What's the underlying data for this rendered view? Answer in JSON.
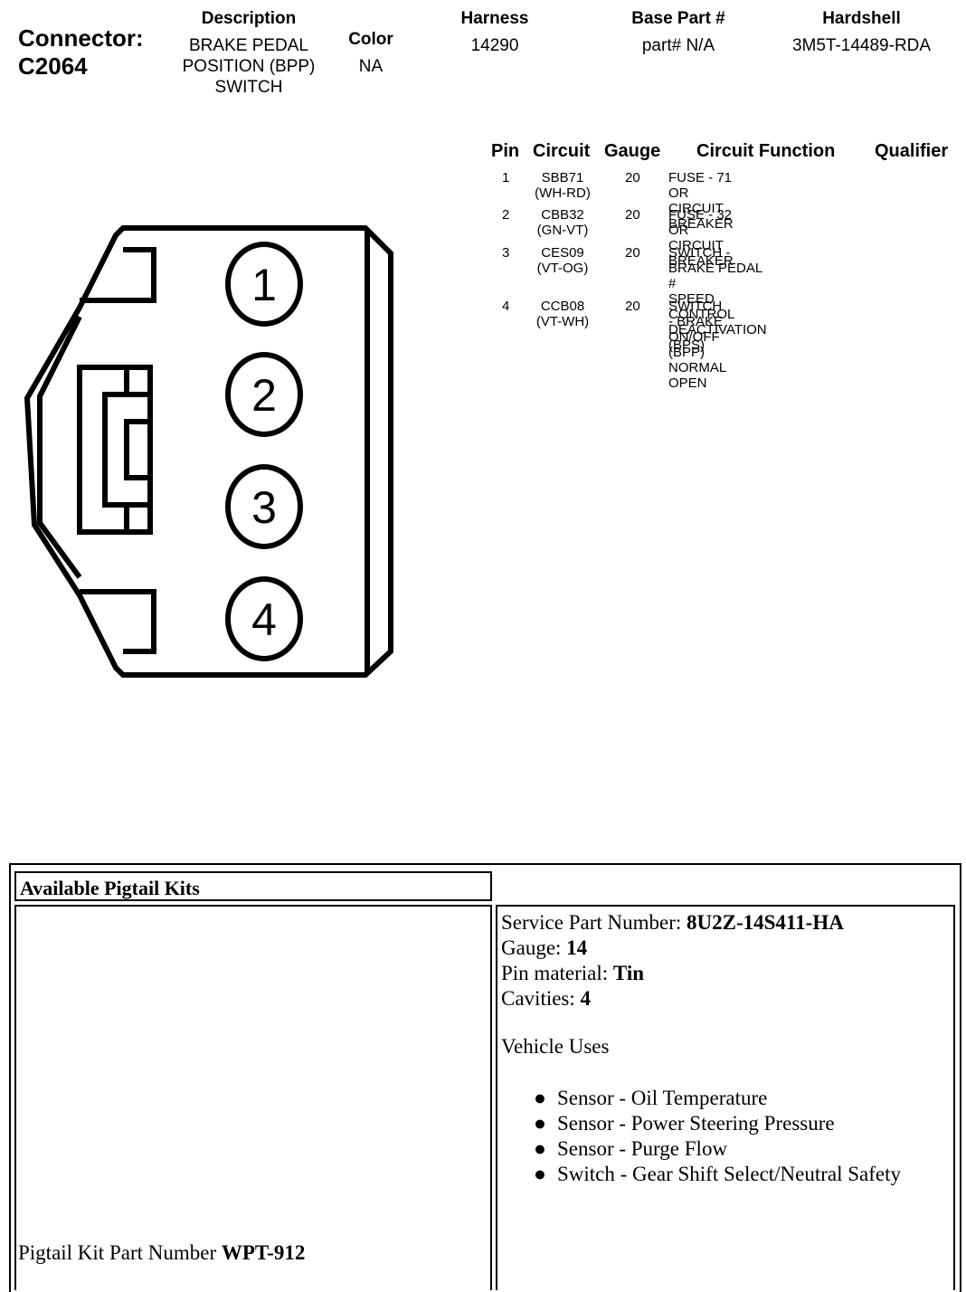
{
  "connector": {
    "label": "Connector:",
    "id": "C2064"
  },
  "header": {
    "description_label": "Description",
    "description_lines": [
      "BRAKE PEDAL",
      "POSITION (BPP)",
      "SWITCH"
    ],
    "color_label": "Color",
    "color_value": "NA",
    "harness_label": "Harness",
    "harness_value": "14290",
    "base_part_label": "Base Part #",
    "base_part_value": "part# N/A",
    "hardshell_label": "Hardshell",
    "hardshell_value": "3M5T-14489-RDA"
  },
  "pin_table": {
    "columns": [
      "Pin",
      "Circuit",
      "Gauge",
      "Circuit Function",
      "Qualifier"
    ],
    "rows": [
      {
        "pin": "1",
        "circuit": [
          "SBB71",
          "(WH-RD)"
        ],
        "gauge": "20",
        "function": [
          "FUSE - 71 OR CIRCUIT",
          "BREAKER"
        ],
        "qualifier": ""
      },
      {
        "pin": "2",
        "circuit": [
          "CBB32",
          "(GN-VT)"
        ],
        "gauge": "20",
        "function": [
          "FUSE - 32 OR CIRCUIT",
          "BREAKER"
        ],
        "qualifier": ""
      },
      {
        "pin": "3",
        "circuit": [
          "CES09",
          "(VT-OG)"
        ],
        "gauge": "20",
        "function": [
          "SWITCH - BRAKE PEDAL #",
          "SPEED CONTROL",
          "DEACTIVATION (BPS)"
        ],
        "qualifier": ""
      },
      {
        "pin": "4",
        "circuit": [
          "CCB08",
          "(VT-WH)"
        ],
        "gauge": "20",
        "function": [
          "SWITCH - BRAKE ON/OFF",
          "(BPP) NORMAL OPEN"
        ],
        "qualifier": ""
      }
    ]
  },
  "diagram": {
    "cavities": [
      "1",
      "2",
      "3",
      "4"
    ]
  },
  "pigtail": {
    "title": "Available Pigtail Kits",
    "kit_label": "Pigtail Kit Part Number ",
    "kit_number": "WPT-912",
    "service_label": "Service Part Number: ",
    "service_value": "8U2Z-14S411-HA",
    "gauge_label": "Gauge: ",
    "gauge_value": "14",
    "pin_material_label": "Pin material: ",
    "pin_material_value": "Tin",
    "cavities_label": "Cavities: ",
    "cavities_value": "4",
    "uses_title": "Vehicle Uses",
    "uses": [
      "Sensor - Oil Temperature",
      "Sensor - Power Steering Pressure",
      "Sensor - Purge Flow",
      "Switch - Gear Shift Select/Neutral Safety"
    ]
  }
}
